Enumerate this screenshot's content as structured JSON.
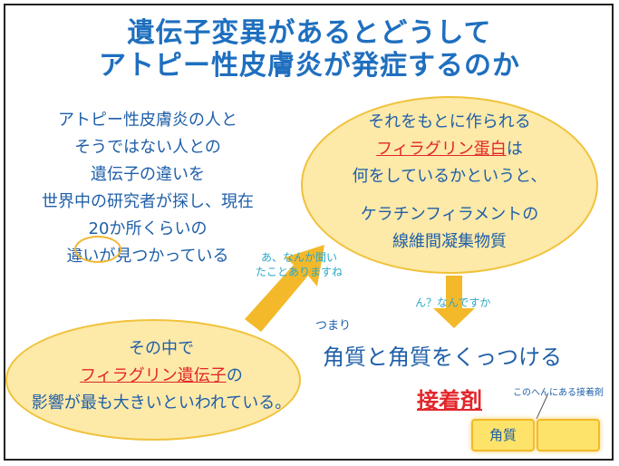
{
  "title": {
    "line1": "遺伝子変異があるとどうして",
    "line2": "アトピー性皮膚炎が発症するのか"
  },
  "left_text": [
    "アトピー性皮膚炎の人と",
    "そうではない人との",
    "遺伝子の違いを",
    "世界中の研究者が探し、現在",
    "20か所くらいの",
    "違いが見つかっている"
  ],
  "top_bubble": {
    "line1": "それをもとに作られる",
    "highlight": "フィラグリン蛋白",
    "line2_suffix": "は",
    "line3": "何をしているかというと、",
    "line4": "ケラチンフィラメントの",
    "line5": "線維間凝集物質"
  },
  "bottom_bubble": {
    "line1": "その中で",
    "highlight": "フィラグリン遺伝子",
    "line2_suffix": "の",
    "line3": "影響が最も大きいといわれている。"
  },
  "notes": {
    "aside1_line1": "あ、なんか聞い",
    "aside1_line2": "たことありますね",
    "aside2": "ん？なんですか",
    "tsumari": "つまり",
    "here_adhesive": "このへんにある接着剤"
  },
  "conclusion": {
    "main": "角質と角質をくっつける",
    "adhesive": "接着剤",
    "box_label": "角質"
  },
  "colors": {
    "title_blue": "#1f6fbf",
    "text_blue": "#1f5fa8",
    "accent_red": "#e2262b",
    "bubble_fill": "#fde9a8",
    "arrow_yellow": "#f3b92a",
    "aside_cyan": "#2aa7c7"
  }
}
